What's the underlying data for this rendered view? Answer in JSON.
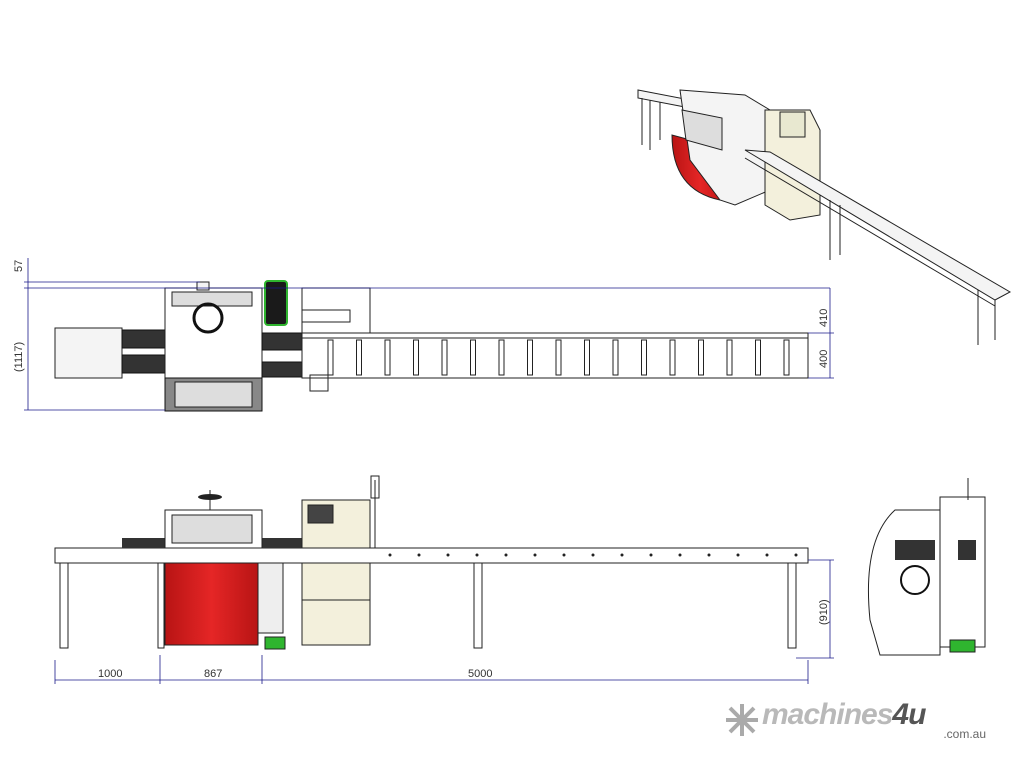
{
  "dimensions": {
    "top_view": {
      "overhang": "57",
      "overall_width": "(1117)",
      "upper_right": "410",
      "lower_right": "400"
    },
    "front_view": {
      "infeed": "1000",
      "machine": "867",
      "outfeed": "5000",
      "height": "(910)"
    }
  },
  "logo": {
    "brand": "machines",
    "brand_num": "4u",
    "domain": ".com.au"
  },
  "colors": {
    "guard_red": "#d81e1e",
    "panel_green": "#2fb52f",
    "dimension_line": "#1a1a8a",
    "cabinet": "#f3f0dc"
  }
}
